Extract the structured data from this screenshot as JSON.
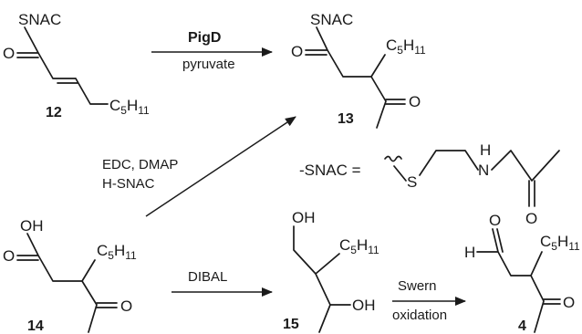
{
  "compounds": {
    "c12": {
      "number": "12",
      "thioester": "SNAC",
      "oxygen": "O",
      "chain": {
        "main": "C",
        "sub": "5",
        "tail": "H",
        "tail_sub": "11"
      }
    },
    "c13": {
      "number": "13",
      "thioester": "SNAC",
      "oxygen": "O",
      "ketone_oxygen": "O",
      "chain": {
        "main": "C",
        "sub": "5",
        "tail": "H",
        "tail_sub": "11"
      }
    },
    "c14": {
      "number": "14",
      "acid_oh": "OH",
      "oxygen": "O",
      "ketone_oxygen": "O",
      "chain": {
        "main": "C",
        "sub": "5",
        "tail": "H",
        "tail_sub": "11"
      }
    },
    "c15": {
      "number": "15",
      "top_oh": "OH",
      "bottom_oh": "OH",
      "chain": {
        "main": "C",
        "sub": "5",
        "tail": "H",
        "tail_sub": "11"
      }
    },
    "c4": {
      "number": "4",
      "aldehyde_h": "H",
      "aldehyde_o": "O",
      "ketone_oxygen": "O",
      "chain": {
        "main": "C",
        "sub": "5",
        "tail": "H",
        "tail_sub": "11"
      }
    }
  },
  "snac_definition": {
    "prefix": "-SNAC =",
    "sulfur": "S",
    "nh_n": "N",
    "nh_h": "H",
    "oxygen": "O"
  },
  "reactions": {
    "pigd": {
      "enzyme": "PigD",
      "cofactor": "pyruvate"
    },
    "coupling": {
      "line1": "EDC, DMAP",
      "line2": "H-SNAC"
    },
    "reduction": {
      "reagent": "DIBAL"
    },
    "oxidation": {
      "line1": "Swern",
      "line2": "oxidation"
    }
  }
}
